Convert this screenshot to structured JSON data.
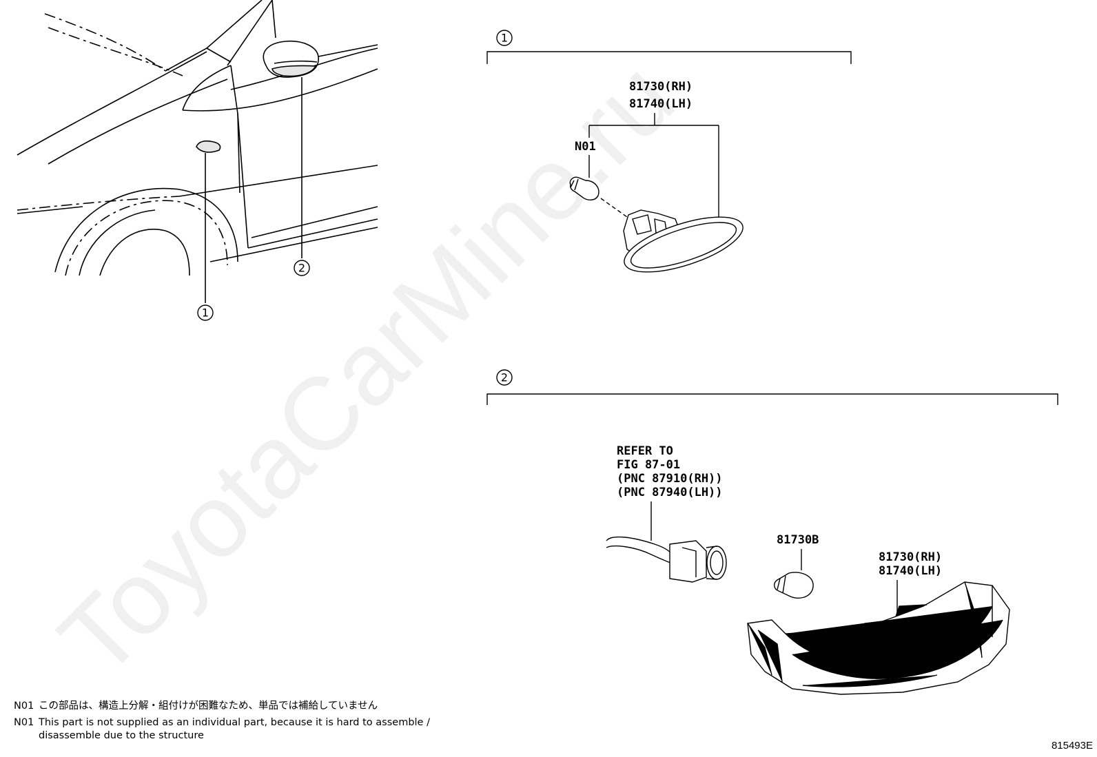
{
  "watermark": "ToyotaCarMine.ru",
  "callouts": {
    "c1": "1",
    "c2": "2"
  },
  "group1": {
    "part_rh": "81730(RH)",
    "part_lh": "81740(LH)",
    "bulb": "N01"
  },
  "group2": {
    "refer_lines": [
      "REFER TO",
      "FIG 87-01",
      "(PNC 87910(RH))",
      "(PNC 87940(LH))"
    ],
    "bulb": "81730B",
    "part_rh": "81730(RH)",
    "part_lh": "81740(LH)"
  },
  "notes": [
    {
      "code": "N01",
      "text": "この部品は、構造上分解・組付けが困難なため、単品では補給していません"
    },
    {
      "code": "N01",
      "text": "This part is not supplied as an individual part, because it is hard to assemble /",
      "continuation": "disassemble due to the structure"
    }
  ],
  "drawing_number": "815493E"
}
